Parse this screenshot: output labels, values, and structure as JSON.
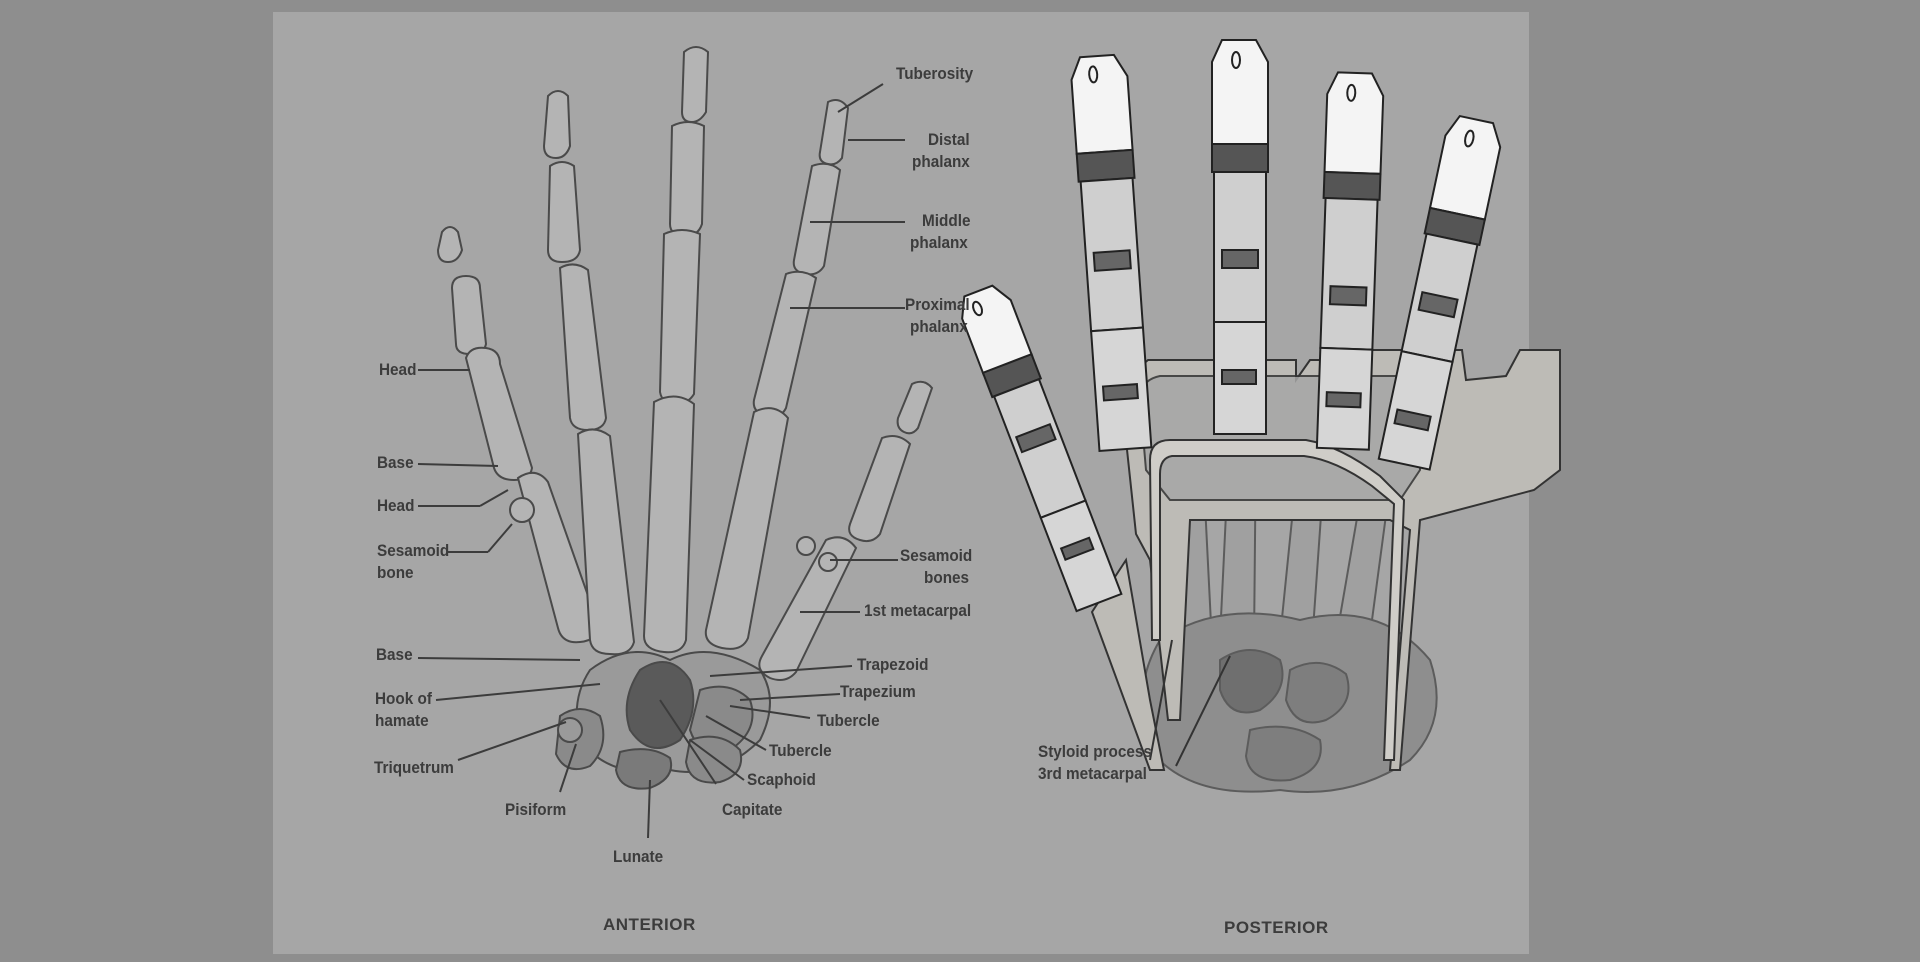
{
  "captions": {
    "anterior": "ANTERIOR",
    "posterior": "POSTERIOR"
  },
  "labels": {
    "tuberosity": "Tuberosity",
    "distal_phalanx_1": "Distal",
    "distal_phalanx_2": "phalanx",
    "middle_phalanx_1": "Middle",
    "middle_phalanx_2": "phalanx",
    "proximal_phalanx_1": "Proximal",
    "proximal_phalanx_2": "phalanx",
    "head_upper": "Head",
    "base_upper": "Base",
    "head_lower": "Head",
    "sesamoid_bone_1": "Sesamoid",
    "sesamoid_bone_2": "bone",
    "sesamoid_bones_1": "Sesamoid",
    "sesamoid_bones_2": "bones",
    "first_metacarpal": "1st metacarpal",
    "base_lower": "Base",
    "hook_of_hamate_1": "Hook of",
    "hook_of_hamate_2": "hamate",
    "trapezoid": "Trapezoid",
    "trapezium": "Trapezium",
    "tubercle_1": "Tubercle",
    "tubercle_2": "Tubercle",
    "triquetrum": "Triquetrum",
    "scaphoid": "Scaphoid",
    "pisiform": "Pisiform",
    "capitate": "Capitate",
    "lunate": "Lunate",
    "styloid_1": "Styloid process",
    "styloid_2": "3rd metacarpal"
  },
  "colors": {
    "background": "#8e8e8e",
    "sheet": "#a6a6a6",
    "bone": "#b4b4b4",
    "bone_outline": "#4a4a4a",
    "carpal_dark": "#5a5a5a",
    "exoskeleton_frame": "#bdbbb6",
    "fingertip": "#f4f4f4",
    "label_text": "#3c3c3c"
  }
}
